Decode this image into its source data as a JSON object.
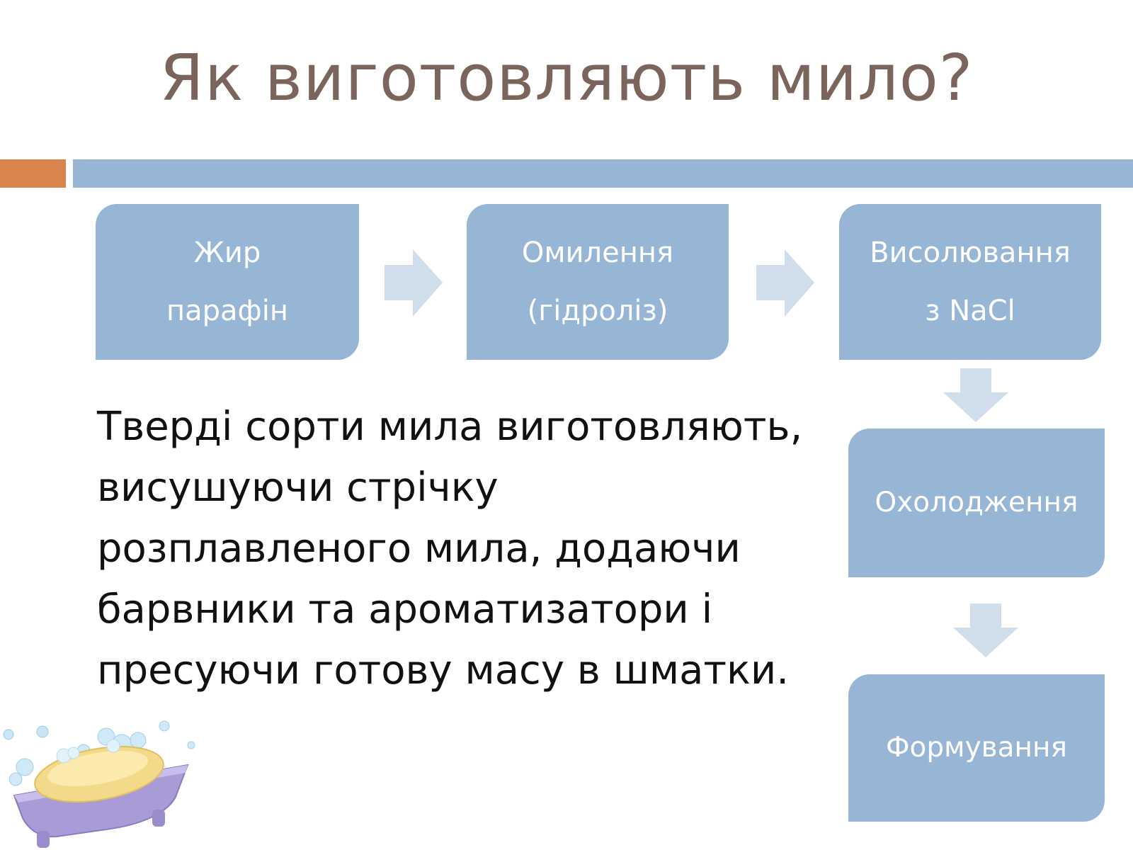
{
  "slide": {
    "title": "Як виготовляють мило?",
    "body_text": "Тверді сорти мила виготовляють, висушуючи стрічку розплавленого мила, додаючи барвники та ароматизатори і пресуючи готову масу в шматки."
  },
  "flow": {
    "steps": [
      {
        "line1": "Жир",
        "line2": "парафін"
      },
      {
        "line1": "Омилення",
        "line2": "(гідроліз)"
      },
      {
        "line1": "Висолювання",
        "line2": "з NaCl"
      },
      {
        "line1": "Охолодження"
      },
      {
        "line1": "Формування"
      }
    ]
  },
  "icons": {
    "soap_dish": "soap-dish-icon",
    "arrow_right": "arrow-right-icon",
    "arrow_down": "arrow-down-icon"
  },
  "colors": {
    "title": "#7a645c",
    "accent_bar": "#d9844b",
    "rule_bar": "#97b5d4",
    "box_fill": "#97b5d4",
    "arrow_fill": "#d0deec",
    "box_text": "#ffffff",
    "body_text": "#111111"
  }
}
